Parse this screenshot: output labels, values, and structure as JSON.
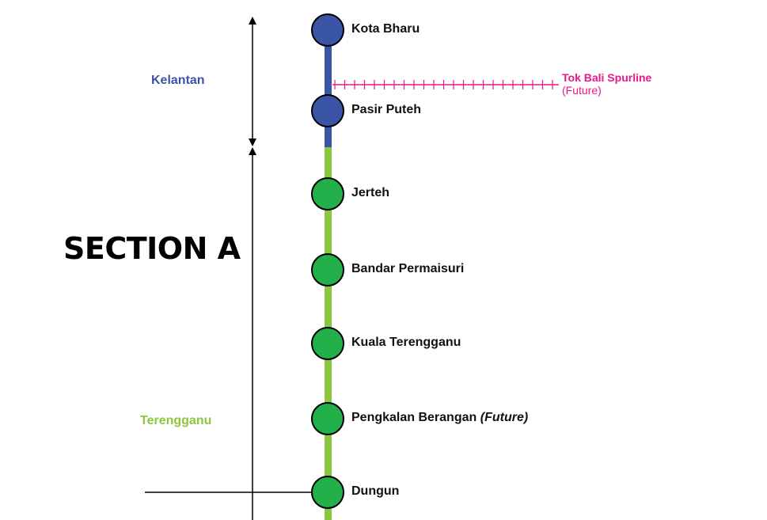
{
  "section_title": "SECTION A",
  "regions": [
    {
      "name": "Kelantan",
      "color": "#3a55a6"
    },
    {
      "name": "Terengganu",
      "color": "#8dc63f"
    }
  ],
  "stations": [
    {
      "name": "Kota Bharu",
      "note": "",
      "color": "#3a55a6"
    },
    {
      "name": "Pasir Puteh",
      "note": "",
      "color": "#3a55a6"
    },
    {
      "name": "Jerteh",
      "note": "",
      "color": "#22b04b"
    },
    {
      "name": "Bandar Permaisuri",
      "note": "",
      "color": "#22b04b"
    },
    {
      "name": "Kuala Terengganu",
      "note": "",
      "color": "#22b04b"
    },
    {
      "name": "Pengkalan Berangan",
      "note": "(Future)",
      "color": "#22b04b"
    },
    {
      "name": "Dungun",
      "note": "",
      "color": "#22b04b"
    }
  ],
  "spurline": {
    "name": "Tok Bali Spurline",
    "status": "(Future)",
    "color": "#e6198c"
  },
  "line_colors": {
    "kelantan": "#3a55a6",
    "terengganu": "#8dc63f"
  }
}
